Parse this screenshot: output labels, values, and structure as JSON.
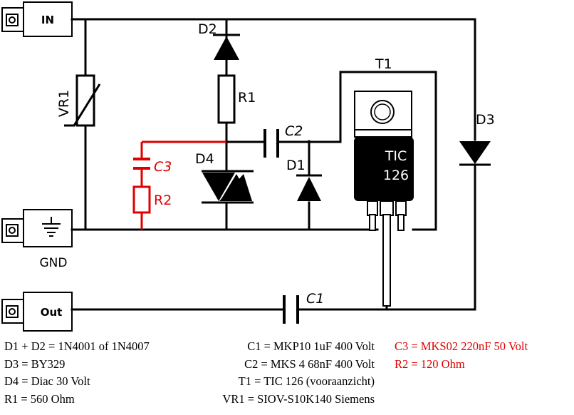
{
  "terminals": {
    "in": "IN",
    "gnd": "GND",
    "out": "Out"
  },
  "components": {
    "vr1": "VR1",
    "d2": "D2",
    "r1": "R1",
    "t1": "T1",
    "c2": "C2",
    "d1": "D1",
    "d4": "D4",
    "c3": "C3",
    "r2": "R2",
    "d3": "D3",
    "c1": "C1",
    "t1_package_line1": "TIC",
    "t1_package_line2": "126"
  },
  "legend": {
    "col1": [
      "D1 + D2 = 1N4001 of 1N4007",
      "D3 = BY329",
      "D4 = Diac 30 Volt",
      "R1 = 560 Ohm"
    ],
    "col2": [
      "C1 = MKP10 1uF 400 Volt",
      "C2 = MKS 4 68nF 400 Volt",
      "T1 = TIC 126 (vooraanzicht)",
      "VR1 = SIOV-S10K140 Siemens"
    ],
    "col3": [
      "C3 = MKS02 220nF 50 Volt",
      "R2 = 120 Ohm"
    ]
  },
  "colors": {
    "wire": "#000000",
    "snubber": "#e00000",
    "legend_highlight": "#e00000",
    "thyristor_body": "#000000"
  }
}
